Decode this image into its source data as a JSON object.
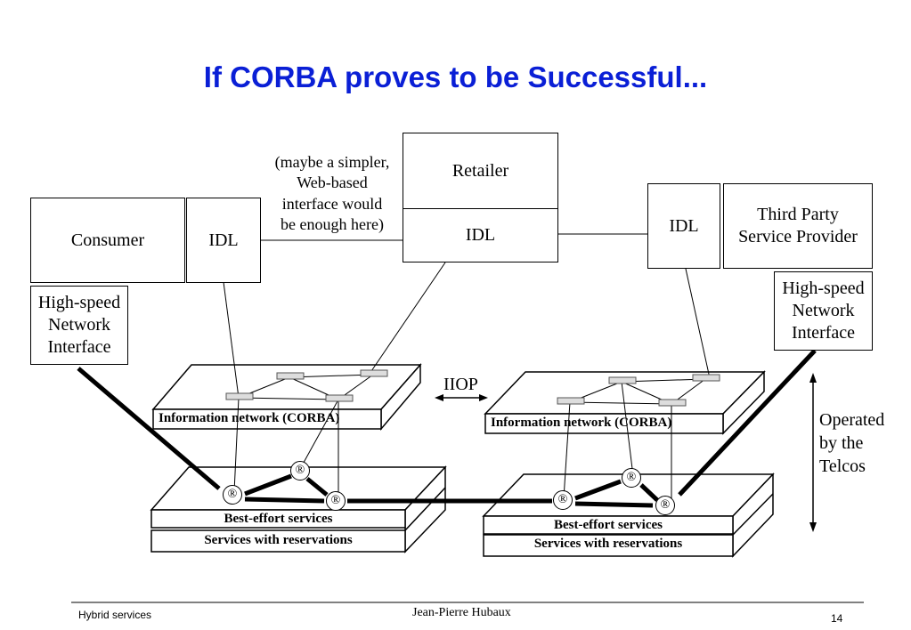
{
  "title": "If CORBA proves to be Successful...",
  "consumer": {
    "label": "Consumer",
    "idl": "IDL",
    "interface": [
      "High-speed",
      "Network",
      "Interface"
    ]
  },
  "retailer": {
    "label": "Retailer",
    "idl": "IDL",
    "note": [
      "(maybe a simpler,",
      "Web-based",
      "interface would",
      "be enough here)"
    ]
  },
  "third_party": {
    "label": [
      "Third Party",
      "Service Provider"
    ],
    "idl": "IDL",
    "interface": [
      "High-speed",
      "Network",
      "Interface"
    ]
  },
  "networks": {
    "information": "Information network (CORBA)",
    "best_effort": "Best-effort services",
    "reservations": "Services with reservations",
    "iiop": "IIOP",
    "router_symbol": "®"
  },
  "operated": [
    "Operated",
    "by the",
    "Telcos"
  ],
  "footer": {
    "left": "Hybrid services",
    "center": "Jean-Pierre Hubaux",
    "page": "14"
  }
}
